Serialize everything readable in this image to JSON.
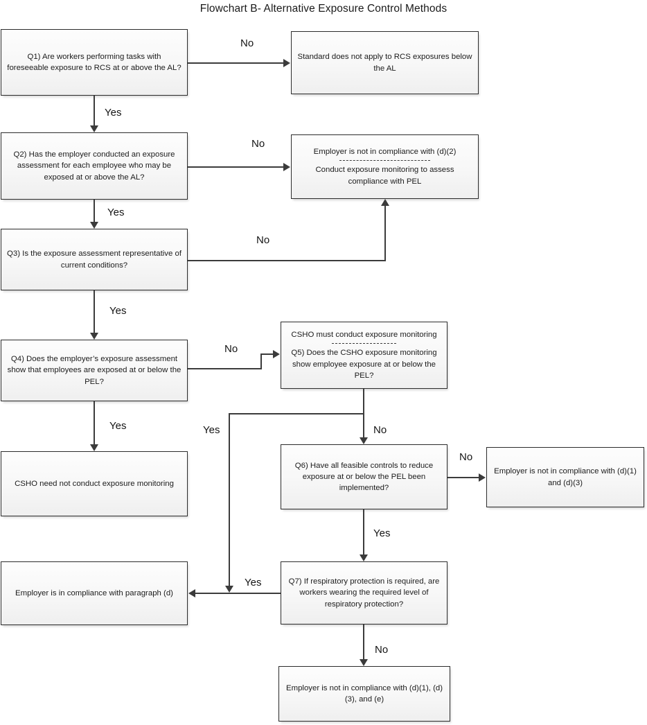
{
  "title": "Flowchart B- Alternative Exposure Control Methods",
  "nodes": {
    "q1": {
      "text": "Q1) Are workers performing tasks with foreseeable exposure to RCS at or above the AL?"
    },
    "standard_na": {
      "text": "Standard does not apply to RCS exposures below the AL"
    },
    "q2": {
      "text": "Q2) Has the employer conducted an exposure assessment  for each employee who may be exposed at or above the AL?"
    },
    "noncompliance_d2": {
      "line1": "Employer is not in compliance with (d)(2)",
      "line2": "Conduct exposure monitoring to assess compliance with PEL"
    },
    "q3": {
      "text": "Q3) Is the exposure assessment representative of current conditions?"
    },
    "q4": {
      "text": "Q4) Does the employer’s exposure assessment show that employees are exposed at or below the PEL?"
    },
    "q5": {
      "line1": "CSHO must conduct exposure monitoring",
      "line2": "Q5) Does the CSHO exposure monitoring show employee exposure at or below the PEL?"
    },
    "csho_no_monitor": {
      "text": "CSHO need not conduct exposure monitoring"
    },
    "q6": {
      "text": "Q6) Have all feasible controls to reduce exposure at or below the PEL been implemented?"
    },
    "noncompliance_d1_d3": {
      "text": "Employer is not in compliance with (d)(1) and (d)(3)"
    },
    "compliance_d": {
      "text": "Employer is in compliance with paragraph (d)"
    },
    "q7": {
      "text": "Q7) If respiratory protection is required, are workers wearing the required level of respiratory protection?"
    },
    "noncompliance_d1_d3_e": {
      "text": "Employer is not in compliance with (d)(1), (d)(3), and (e)"
    }
  },
  "edges": {
    "q1_no": "No",
    "q1_yes": "Yes",
    "q2_no": "No",
    "q2_yes": "Yes",
    "q3_no": "No",
    "q3_yes": "Yes",
    "q4_no": "No",
    "q4_yes": "Yes",
    "q5_yes": "Yes",
    "q5_no": "No",
    "q6_no": "No",
    "q6_yes": "Yes",
    "q7_yes": "Yes",
    "q7_no": "No"
  },
  "colors": {
    "node_border": "#2b2b2b",
    "node_fill": "#f6f6f6",
    "connector": "#3b3b3b",
    "text": "#1b1b1b"
  }
}
